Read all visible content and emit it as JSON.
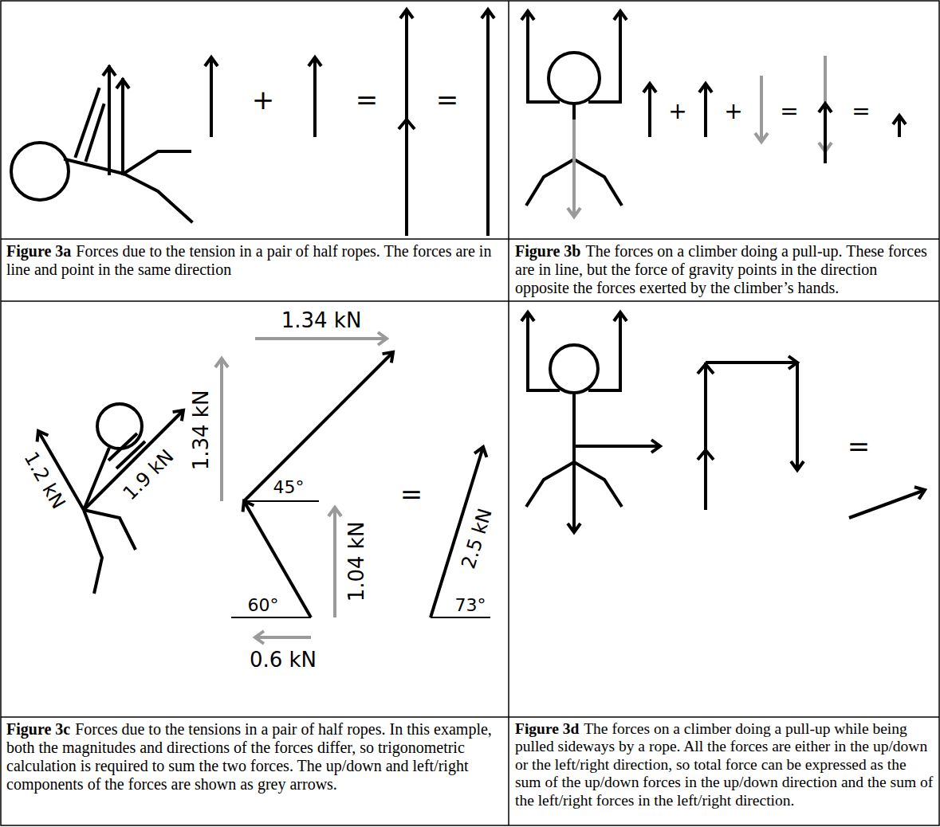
{
  "diagram": {
    "labels": [
      "+",
      "=",
      "=",
      "+",
      "+",
      "=",
      "=",
      "1.2 kN",
      "1.9 kN",
      "1.34 kN",
      "1.34 kN",
      "45°",
      "1.04 kN",
      "60°",
      "0.6 kN",
      "=",
      "2.5 kN",
      "73°",
      "=",
      "Figure 3a",
      "Forces due to the tension in a pair of half ropes. The forces are in line and point in the same direction",
      "Figure 3b",
      "The forces on a climber doing a pull-up. These forces are in line, but the force of gravity points in the direction opposite the forces exerted by the climber’s hands.",
      "Figure 3c",
      "Forces due to the tensions in a pair of half ropes. In this example, both the magnitudes and directions of the forces differ, so trigonometric calculation is required to sum the two forces. The up/down and left/right components of the forces are shown as grey arrows.",
      "Figure 3d",
      "The forces on a climber doing a pull-up while being pulled sideways by a rope. All the forces are either in the up/down or the left/right direction, so total force can be expressed as the sum of the up/down forces in the up/down direction and the sum of the left/right forces in the left/right direction."
    ]
  }
}
